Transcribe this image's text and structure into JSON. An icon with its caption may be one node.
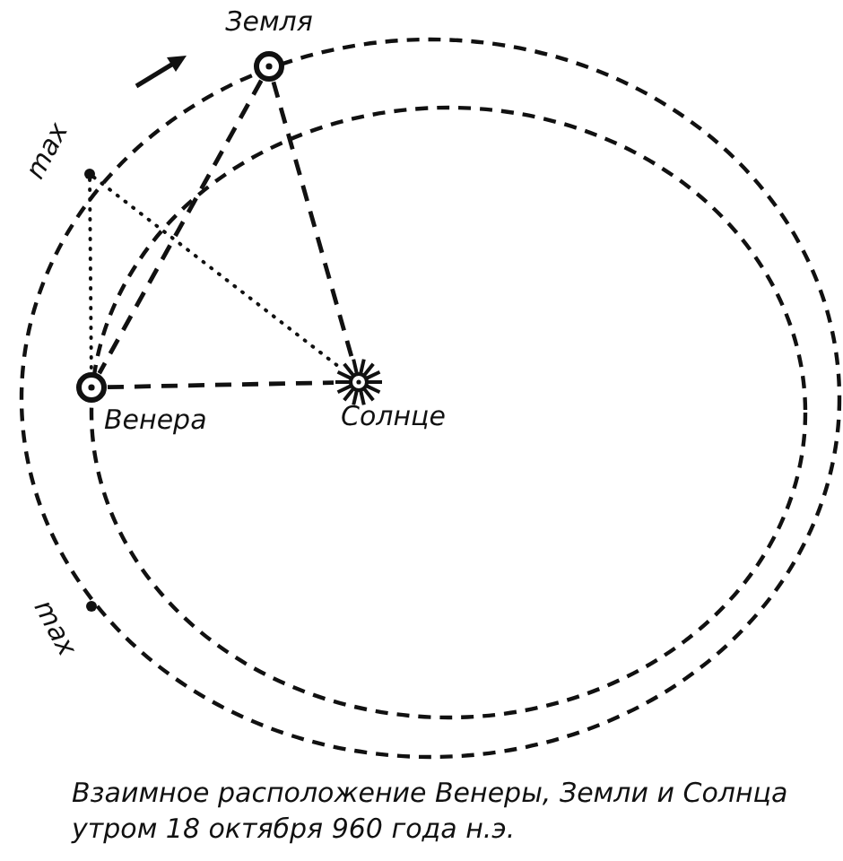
{
  "diagram": {
    "caption": "Взаимное расположение Венеры, Земли и Солнца утром 18 октября 960 года н.э.",
    "nodes": [
      {
        "text": [
          "Земля"
        ]
      },
      {
        "text": [
          "max"
        ]
      },
      {
        "text": [
          "Венера"
        ]
      },
      {
        "text": [
          "Солнце"
        ]
      }
    ],
    "edges": [
      {
        "from": 0,
        "to": 2,
        "arrow": "none",
        "style": "dashed"
      },
      {
        "from": 0,
        "to": 3,
        "arrow": "none",
        "style": "dashed"
      },
      {
        "from": 2,
        "to": 3,
        "arrow": "none",
        "style": "dashed"
      },
      {
        "from": 1,
        "to": 2,
        "arrow": "none"
      },
      {
        "from": 1,
        "to": 3,
        "arrow": "none"
      }
    ],
    "labels": [
      "max"
    ]
  }
}
